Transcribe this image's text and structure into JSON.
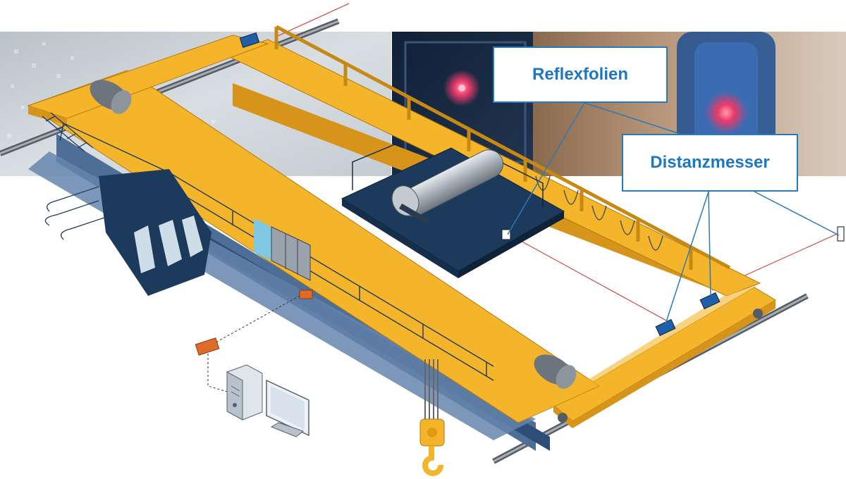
{
  "labels": {
    "reflexfolien": "Reflexfolien",
    "distanzmesser": "Distanzmesser"
  },
  "colors": {
    "crane_yellow": "#f5b52a",
    "crane_dark_yellow": "#e09a14",
    "steel_blue": "#4d6e96",
    "dark_navy": "#1b3a5c",
    "sensor_blue": "#1f5fa8",
    "callout_blue": "#1d78c1",
    "emitter_orange": "#e06a28",
    "laser_red": "#d23030"
  },
  "icons": [
    "crane-bridge",
    "trolley-hoist",
    "operator-cabin",
    "hook-block",
    "computer-tower",
    "monitor",
    "distance-sensor",
    "reflector-foil",
    "data-transceiver"
  ]
}
